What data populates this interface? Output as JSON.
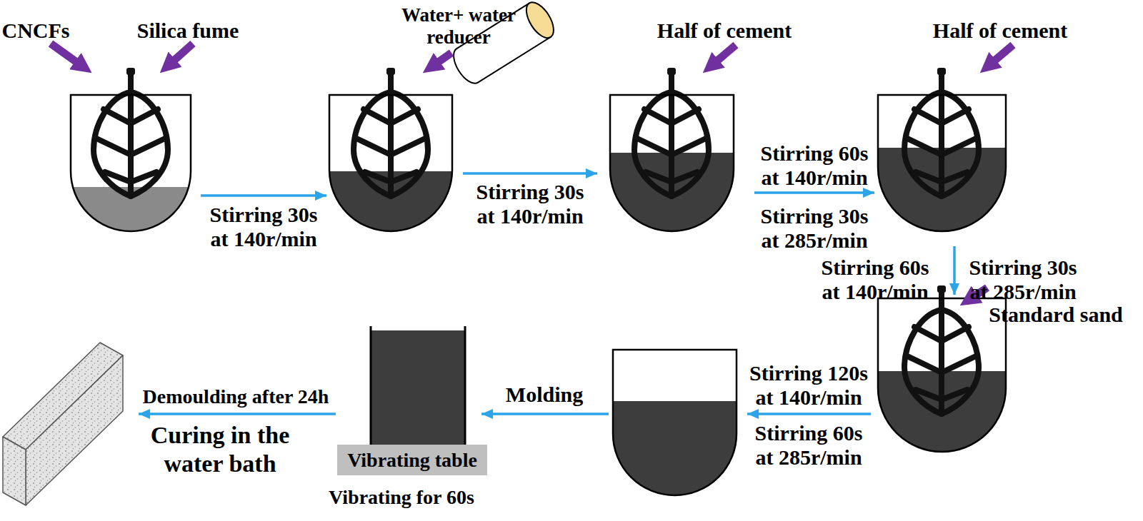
{
  "diagram": {
    "nodes": [
      {
        "text": [
          "Vibrating table",
          "Vibrating for 60s"
        ]
      }
    ],
    "labels": [
      "CNCFs",
      "Silica fume",
      "Water+ water reducer",
      "Half of cement",
      "Half of cement",
      "Stirring 30s at 140r/min",
      "Stirring 30s at 140r/min",
      "Stirring 60s at 140r/min",
      "Stirring 30s at 285r/min",
      "Stirring 60s at 140r/min",
      "Stirring 30s at 285r/min",
      "Standard sand",
      "Stirring 120s at 140r/min",
      "Stirring 60s at 285r/min",
      "Molding",
      "Demoulding after 24h",
      "Curing in the water bath"
    ]
  }
}
